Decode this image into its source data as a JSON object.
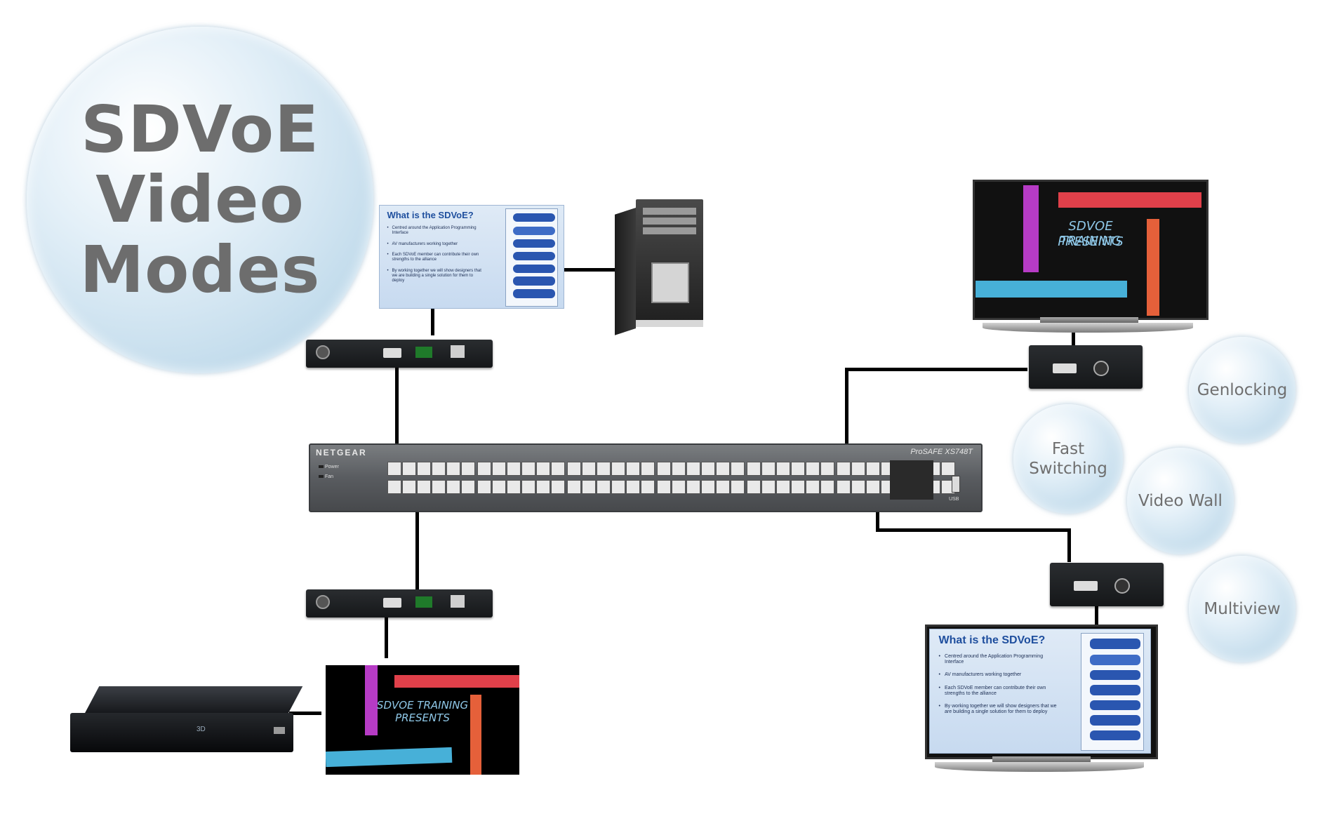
{
  "title": {
    "line1": "SDVoE",
    "line2": "Video",
    "line3": "Modes"
  },
  "modes": [
    {
      "label": "Genlocking"
    },
    {
      "label": "Fast Switching"
    },
    {
      "label": "Video Wall"
    },
    {
      "label": "Multiview"
    }
  ],
  "slide": {
    "title": "What is the SDVoE?",
    "bullets": [
      "Centred around the Application Programming Interface",
      "AV manufacturers working together",
      "Each SDVoE member can contribute their own strengths to the alliance",
      "By working together we will show designers that we are building a single solution for them to deploy"
    ]
  },
  "training_screen": {
    "line1": "SDVOE TRAINING",
    "line2": "PRESENTS"
  },
  "network_switch": {
    "brand": "NETGEAR",
    "model": "ProSAFE XS748T",
    "led_power": "Power",
    "led_fan": "Fan",
    "usb": "USB"
  },
  "colors": {
    "bubble": "#c3dcec",
    "title_text": "#6d6d6d",
    "cable": "#000000",
    "slide_title": "#1f4f9e",
    "stripe_magenta": "#b63bc5",
    "stripe_red": "#e0404a",
    "stripe_orange": "#e5603a",
    "stripe_cyan": "#47b0d8"
  }
}
